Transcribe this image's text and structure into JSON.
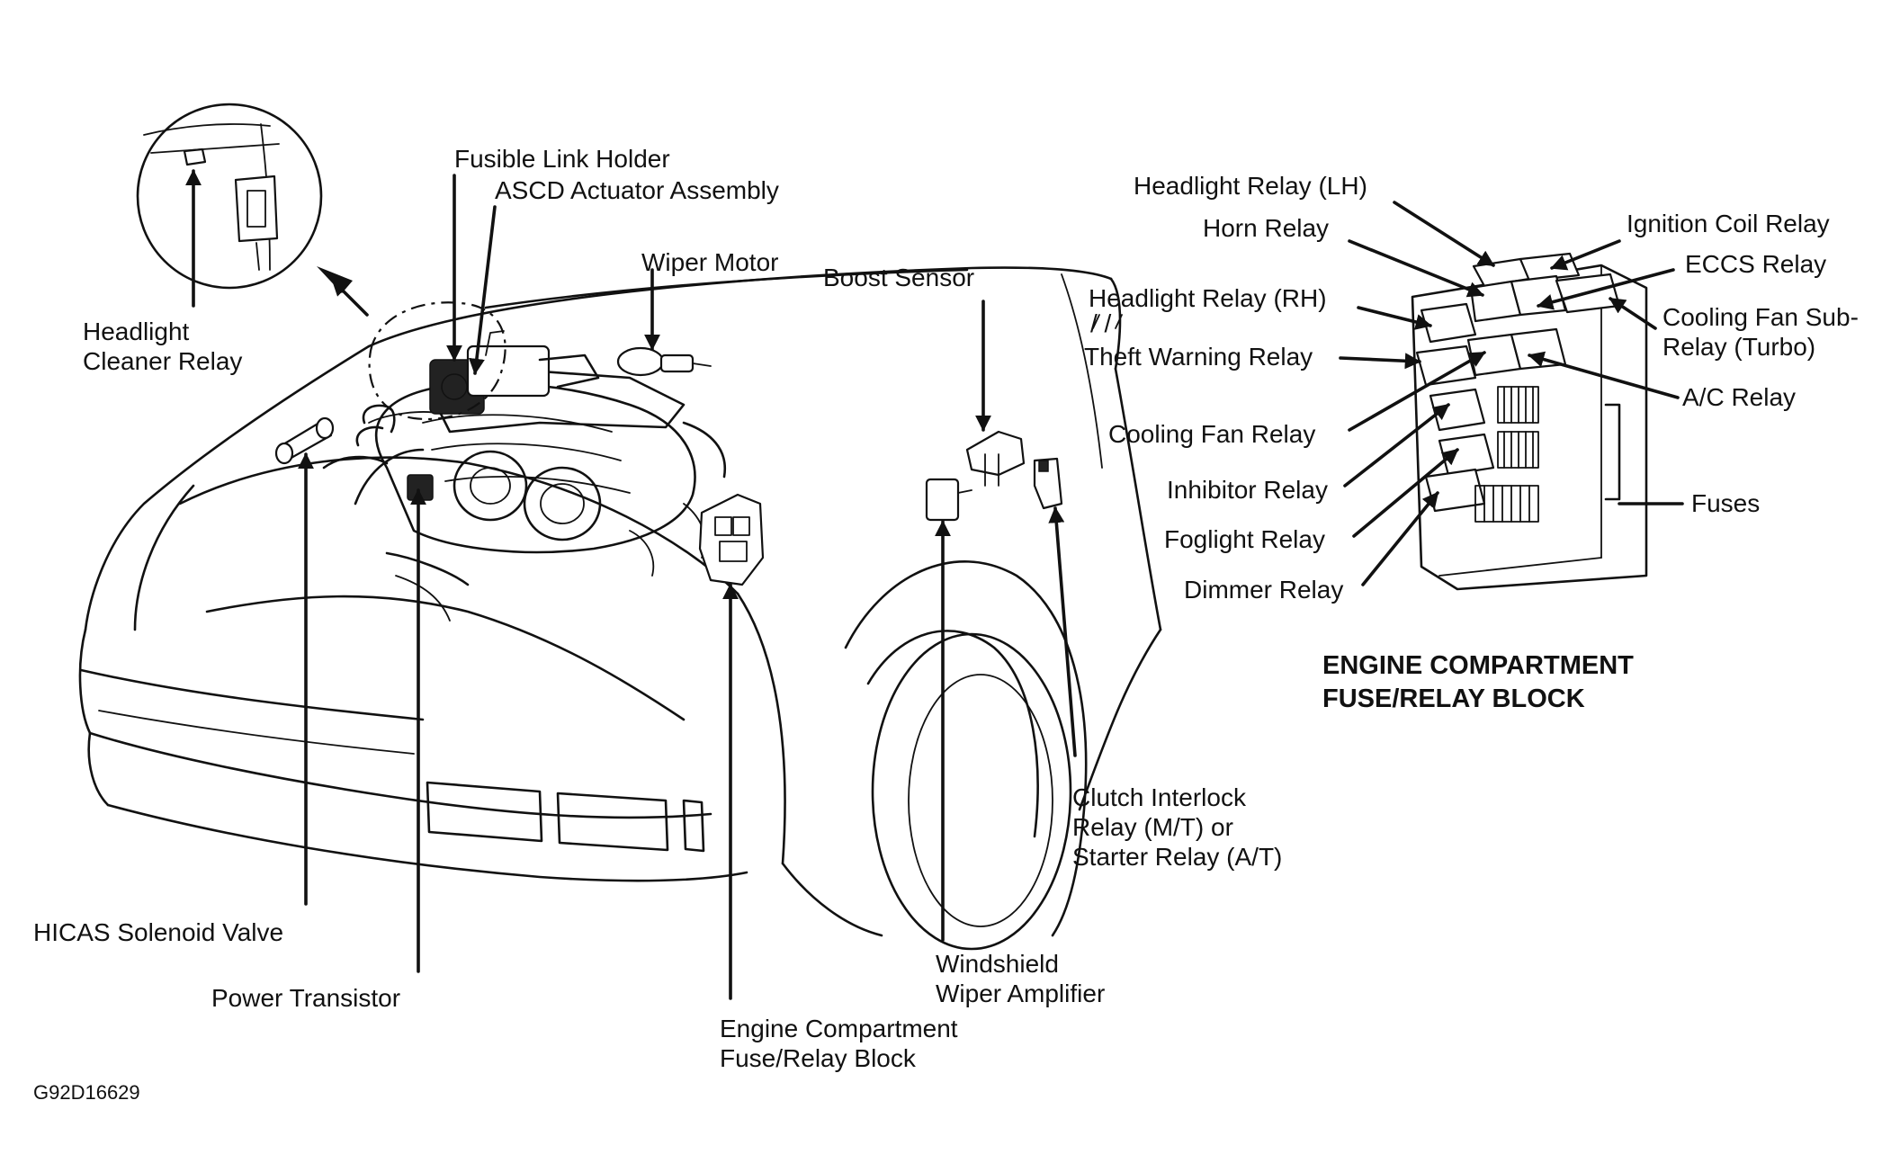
{
  "labels": {
    "fusible_link_holder": "Fusible Link Holder",
    "ascd_actuator": "ASCD Actuator Assembly",
    "wiper_motor": "Wiper Motor",
    "boost_sensor": "Boost Sensor",
    "headlight_cleaner_relay": [
      "Headlight",
      "Cleaner Relay"
    ],
    "hicas_solenoid_valve": "HICAS Solenoid Valve",
    "power_transistor": "Power Transistor",
    "engine_compartment_block": [
      "Engine Compartment",
      "Fuse/Relay Block"
    ],
    "windshield_wiper_amplifier": [
      "Windshield",
      "Wiper Amplifier"
    ],
    "clutch_interlock_relay": [
      "Clutch Interlock",
      "Relay (M/T) or",
      "Starter Relay (A/T)"
    ],
    "headlight_relay_lh": "Headlight Relay (LH)",
    "horn_relay": "Horn Relay",
    "ignition_coil_relay": "Ignition Coil Relay",
    "eccs_relay": "ECCS Relay",
    "headlight_relay_rh": "Headlight Relay (RH)",
    "cooling_fan_sub_relay": [
      "Cooling Fan Sub-",
      "Relay (Turbo)"
    ],
    "theft_warning_relay": "Theft Warning Relay",
    "ac_relay": "A/C Relay",
    "cooling_fan_relay": "Cooling Fan Relay",
    "inhibitor_relay": "Inhibitor Relay",
    "fuses": "Fuses",
    "foglight_relay": "Foglight Relay",
    "dimmer_relay": "Dimmer Relay",
    "ticks": "/ /"
  },
  "inset_title": [
    "ENGINE COMPARTMENT",
    "FUSE/RELAY BLOCK"
  ],
  "figure_code": "G92D16629"
}
